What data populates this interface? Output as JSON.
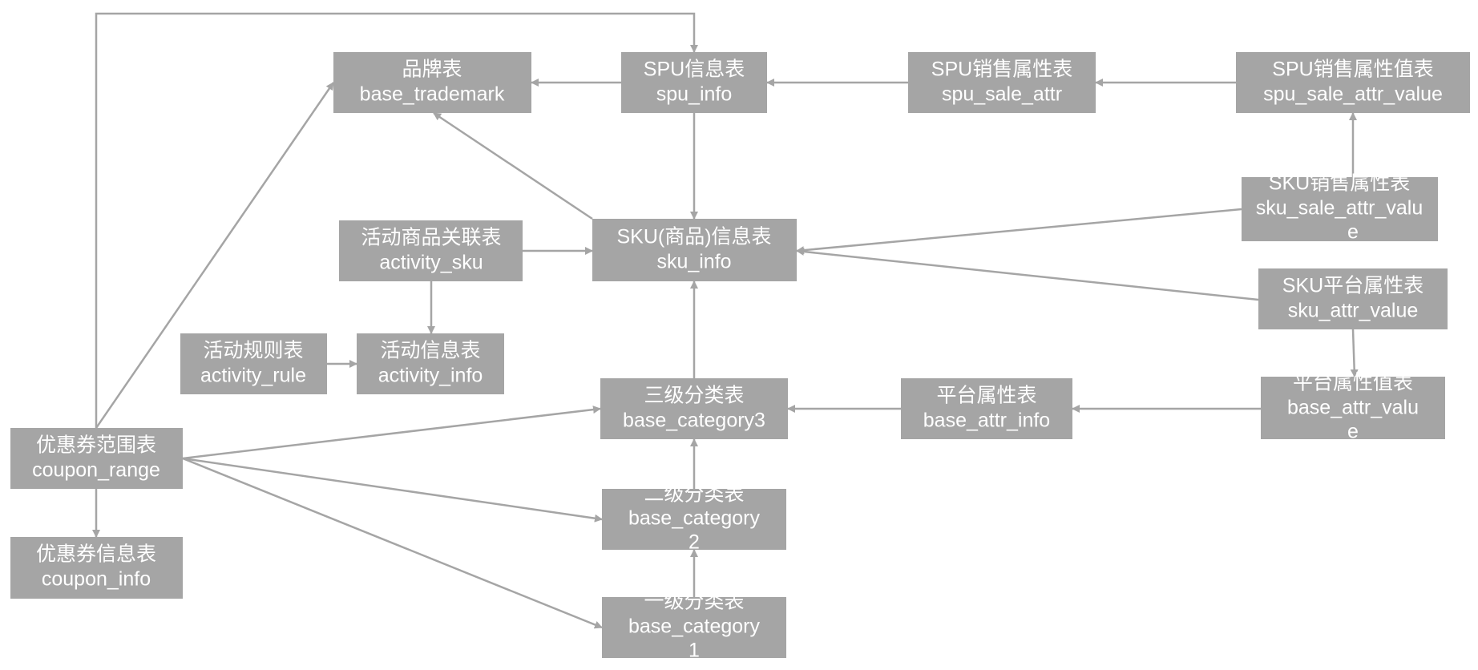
{
  "colors": {
    "node_fill": "#a5a5a5",
    "node_text": "#ffffff",
    "edge": "#a5a5a5",
    "background": "#ffffff"
  },
  "nodes": {
    "base_trademark": {
      "lines": [
        "品牌表",
        "base_trademark"
      ]
    },
    "spu_info": {
      "lines": [
        "SPU信息表",
        "spu_info"
      ]
    },
    "spu_sale_attr": {
      "lines": [
        "SPU销售属性表",
        "spu_sale_attr"
      ]
    },
    "spu_sale_attr_value": {
      "lines": [
        "SPU销售属性值表",
        "spu_sale_attr_value"
      ]
    },
    "sku_sale_attr_value": {
      "lines": [
        "SKU销售属性表",
        "sku_sale_attr_valu",
        "e"
      ]
    },
    "activity_sku": {
      "lines": [
        "活动商品关联表",
        "activity_sku"
      ]
    },
    "sku_info": {
      "lines": [
        "SKU(商品)信息表",
        "sku_info"
      ]
    },
    "sku_attr_value": {
      "lines": [
        "SKU平台属性表",
        "sku_attr_value"
      ]
    },
    "activity_rule": {
      "lines": [
        "活动规则表",
        "activity_rule"
      ]
    },
    "activity_info": {
      "lines": [
        "活动信息表",
        "activity_info"
      ]
    },
    "base_category3": {
      "lines": [
        "三级分类表",
        "base_category3"
      ]
    },
    "base_attr_info": {
      "lines": [
        "平台属性表",
        "base_attr_info"
      ]
    },
    "base_attr_value": {
      "lines": [
        "平台属性值表",
        "base_attr_valu",
        "e"
      ]
    },
    "coupon_range": {
      "lines": [
        "优惠券范围表",
        "coupon_range"
      ]
    },
    "base_category2": {
      "lines": [
        "二级分类表",
        "base_category",
        "2"
      ]
    },
    "coupon_info": {
      "lines": [
        "优惠券信息表",
        "coupon_info"
      ]
    },
    "base_category1": {
      "lines": [
        "一级分类表",
        "base_category",
        "1"
      ]
    }
  },
  "edges": [
    {
      "from": "spu_info",
      "to": "base_trademark"
    },
    {
      "from": "spu_sale_attr",
      "to": "spu_info"
    },
    {
      "from": "spu_sale_attr_value",
      "to": "spu_sale_attr"
    },
    {
      "from": "spu_info",
      "to": "sku_info"
    },
    {
      "from": "sku_info",
      "to": "base_trademark"
    },
    {
      "from": "sku_sale_attr_value",
      "to": "spu_sale_attr_value"
    },
    {
      "from": "sku_sale_attr_value",
      "to": "sku_info"
    },
    {
      "from": "sku_attr_value",
      "to": "sku_info"
    },
    {
      "from": "sku_attr_value",
      "to": "base_attr_value"
    },
    {
      "from": "activity_sku",
      "to": "sku_info"
    },
    {
      "from": "activity_sku",
      "to": "activity_info"
    },
    {
      "from": "activity_rule",
      "to": "activity_info"
    },
    {
      "from": "base_category3",
      "to": "sku_info"
    },
    {
      "from": "base_attr_info",
      "to": "base_category3"
    },
    {
      "from": "base_attr_value",
      "to": "base_attr_info"
    },
    {
      "from": "base_category2",
      "to": "base_category3"
    },
    {
      "from": "base_category1",
      "to": "base_category2"
    },
    {
      "from": "coupon_range",
      "to": "base_trademark"
    },
    {
      "from": "coupon_range",
      "to": "spu_info"
    },
    {
      "from": "coupon_range",
      "to": "base_category3"
    },
    {
      "from": "coupon_range",
      "to": "base_category2"
    },
    {
      "from": "coupon_range",
      "to": "base_category1"
    },
    {
      "from": "coupon_range",
      "to": "coupon_info"
    }
  ]
}
